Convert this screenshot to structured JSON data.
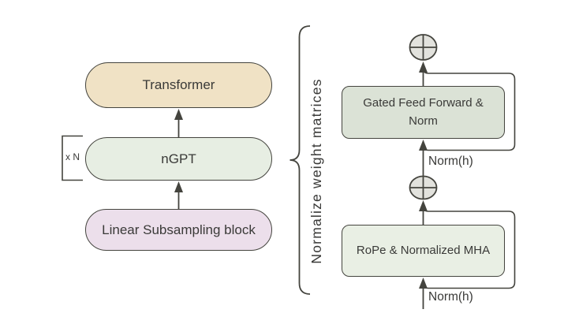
{
  "left_pipeline": {
    "transformer_label": "Transformer",
    "ngpt_label": "nGPT",
    "linear_subsampling_label": "Linear Subsampling block",
    "repeat_label": "x N"
  },
  "annotation": {
    "brace_label": "Normalize weight matrices"
  },
  "ngpt_detail": {
    "feed_forward_line1": "Gated Feed Forward &",
    "feed_forward_line2": "Norm",
    "attention_label": "RoPe & Normalized MHA",
    "norm_input_ff_label": "Norm(h)",
    "norm_input_mha_label": "Norm(h)",
    "residual_add_icon": "circled-plus"
  },
  "colors": {
    "background": "#ffffff",
    "transformer_fill": "#f0e2c5",
    "ngpt_fill": "#e7eee3",
    "linear_subsampling_fill": "#ecdfeb",
    "feed_forward_fill": "#dbe2d6",
    "attention_fill": "#e9efe4",
    "add_circle_fill": "#e2e2dd",
    "line_stroke": "#44443e",
    "text": "#3a3a38"
  }
}
